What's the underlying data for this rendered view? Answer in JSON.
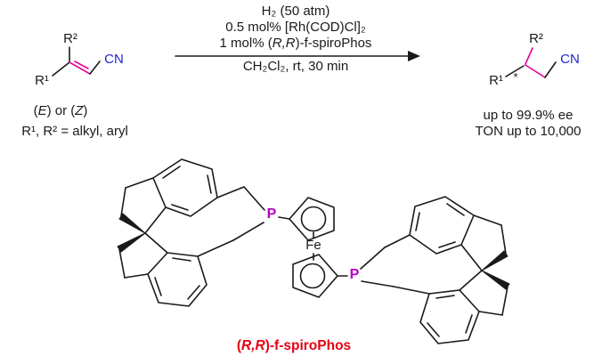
{
  "colors": {
    "background": "#ffffff",
    "bond": "#1a1a1a",
    "cn_blue": "#2323cf",
    "highlight_magenta": "#e5009b",
    "phosphorus_purple": "#b800c4",
    "label_red": "#e60012"
  },
  "scheme": {
    "conditions": {
      "line1": "H₂ (50 atm)",
      "line2": "0.5 mol% [Rh(COD)Cl]₂",
      "line3_pre": "1 mol% (",
      "line3_italic": "R,R",
      "line3_post": ")-f-spiroPhos",
      "line4": "CH₂Cl₂, rt, 30 min"
    },
    "reactant": {
      "r2_label": "R²",
      "r1_label": "R¹",
      "cn_label": "CN",
      "isomer_pre": "(",
      "isomer_e": "E",
      "isomer_mid": ") or (",
      "isomer_z": "Z",
      "isomer_post": ")",
      "substituent_note": "R¹, R² = alkyl, aryl"
    },
    "product": {
      "r2_label": "R²",
      "r1_label": "R¹",
      "stereocenter_mark": "*",
      "cn_label": "CN",
      "ee_note": "up to 99.9% ee",
      "ton_note": "TON up to 10,000"
    }
  },
  "ligand": {
    "p_label": "P",
    "fe_label": "Fe",
    "name_pre": "(",
    "name_italic": "R,R",
    "name_post": ")-f-spiroPhos"
  }
}
